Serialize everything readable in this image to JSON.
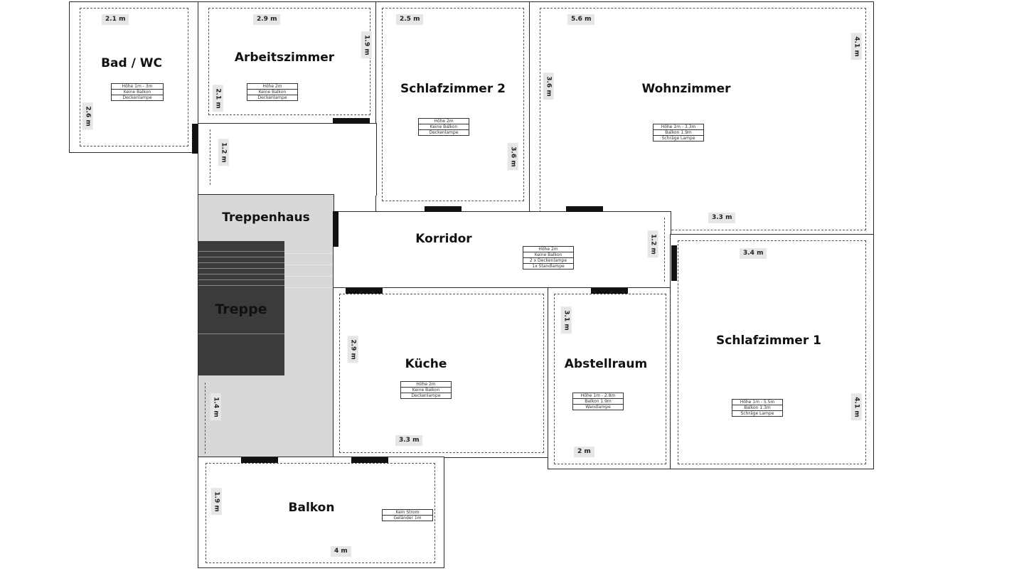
{
  "plan": {
    "rooms": {
      "bad": {
        "name": "Bad / WC",
        "dim_top": "2.1 m",
        "dim_side": "2.6 m",
        "info": [
          "Höhe 1m - 3m",
          "Keine Balkon",
          "Deckenlampe"
        ]
      },
      "arbeitszimmer": {
        "name": "Arbeitszimmer",
        "dim_top": "2.9 m",
        "dim_right": "1.9 m",
        "dim_left": "2.1 m",
        "info": [
          "Höhe 2m",
          "Keine Balkon",
          "Deckenlampe"
        ]
      },
      "schlafzimmer2": {
        "name": "Schlafzimmer 2",
        "dim_top": "2.5 m",
        "dim_right": "3.6 m",
        "info": [
          "Höhe 2m",
          "Keine Balkon",
          "Deckenlampe"
        ]
      },
      "wohnzimmer": {
        "name": "Wohnzimmer",
        "dim_top": "5.6 m",
        "dim_left": "3.6 m",
        "dim_right": "4.1 m",
        "dim_bottom": "3.3 m",
        "info": [
          "Höhe 1m - 3.3m",
          "Balkon 1.9m",
          "Schräge Lampe"
        ]
      },
      "flur": {
        "dim_side": "1.2 m"
      },
      "treppenhaus": {
        "name": "Treppenhaus",
        "stairs_label": "Treppe",
        "dim_side": "1.4 m"
      },
      "korridor": {
        "name": "Korridor",
        "dim_right": "1.2 m",
        "info": [
          "Höhe 2m",
          "Keine Balkon",
          "2 x Deckenlampe",
          "1x Standlampe"
        ]
      },
      "kueche": {
        "name": "Küche",
        "dim_left": "2.9 m",
        "dim_bottom": "3.3 m",
        "info": [
          "Höhe 2m",
          "Keine Balkon",
          "Deckenlampe"
        ]
      },
      "abstellraum": {
        "name": "Abstellraum",
        "dim_left": "3.1 m",
        "dim_bottom": "2 m",
        "info": [
          "Höhe 1m - 2.8m",
          "Balkon 1.9m",
          "Wandlampe"
        ]
      },
      "schlafzimmer1": {
        "name": "Schlafzimmer 1",
        "dim_top": "3.4 m",
        "dim_right": "4.1 m",
        "info": [
          "Höhe 1m - 5.5m",
          "Balkon 1.3m",
          "Schräge Lampe"
        ]
      },
      "balkon": {
        "name": "Balkon",
        "dim_left": "1.9 m",
        "dim_bottom": "4 m",
        "info": [
          "Kein Strom",
          "Geländer 1m"
        ]
      }
    },
    "colors": {
      "wall": "#2a2a2a",
      "door": "#111111",
      "stairwell": "#d8d8d8",
      "stairs": "#3b3b3b",
      "dim_label_bg": "#e6e6e6"
    }
  }
}
